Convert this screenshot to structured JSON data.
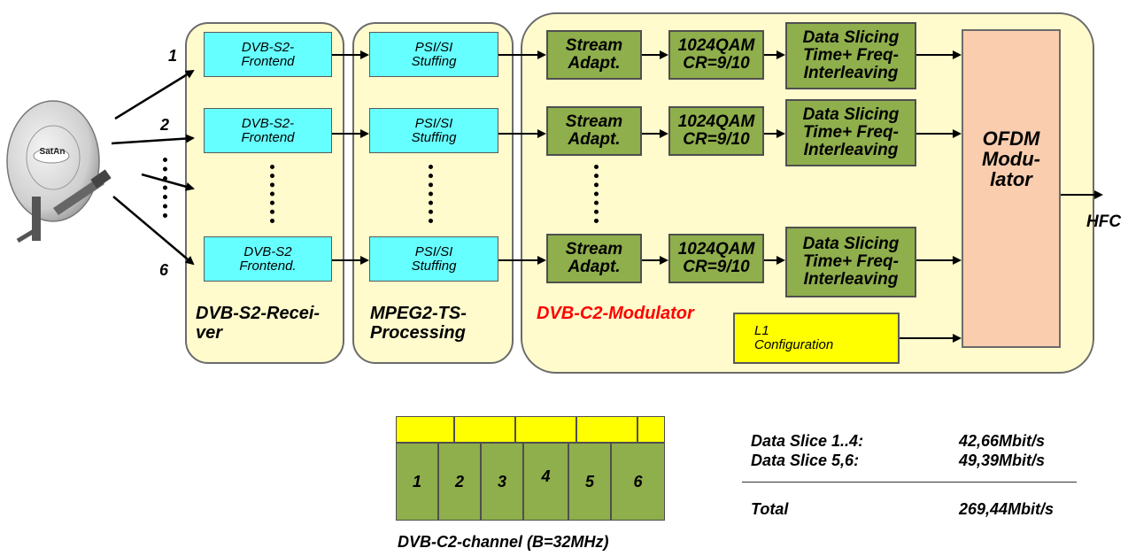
{
  "inputs": [
    "1",
    "2",
    "6"
  ],
  "vertical_ellipsis": ".....",
  "frontend": {
    "rows": [
      "DVB-S2-\nFrontend",
      "DVB-S2-\nFrontend",
      "DVB-S2\nFrontend."
    ],
    "group_label": "DVB-S2-Recei-\nver"
  },
  "processing": {
    "label": "PSI/SI\nStuffing",
    "group_label": "MPEG2-TS-\nProcessing"
  },
  "modulator": {
    "group_label": "DVB-C2-Modulator",
    "group_label_color": "#ff0000",
    "stream_label": "Stream\nAdapt.",
    "qam_label": "1024QAM\nCR=9/10",
    "slicing_label": "Data Slicing\nTime+ Freq-\nInterleaving",
    "l1_label": "L1\nConfiguration",
    "ofdm_label": "OFDM\nModu-\nlator"
  },
  "output_label": "HFC",
  "dish_brand": "SatAn",
  "channel": {
    "slices": [
      "1",
      "2",
      "3",
      "4",
      "5",
      "6"
    ],
    "caption": "DVB-C2-channel (B=32MHz)"
  },
  "rates": {
    "rows": [
      {
        "label": "Data Slice 1..4:",
        "value": "42,66Mbit/s"
      },
      {
        "label": "Data Slice 5,6:",
        "value": "49,39Mbit/s"
      }
    ],
    "total_label": "Total",
    "total_value": "269,44Mbit/s"
  },
  "colors": {
    "group_fill": "#fffbcc",
    "frontend_fill": "#66ffff",
    "modulator_fill": "#8fae4c",
    "l1_fill": "#ffff00",
    "ofdm_fill": "#f9cdae"
  }
}
